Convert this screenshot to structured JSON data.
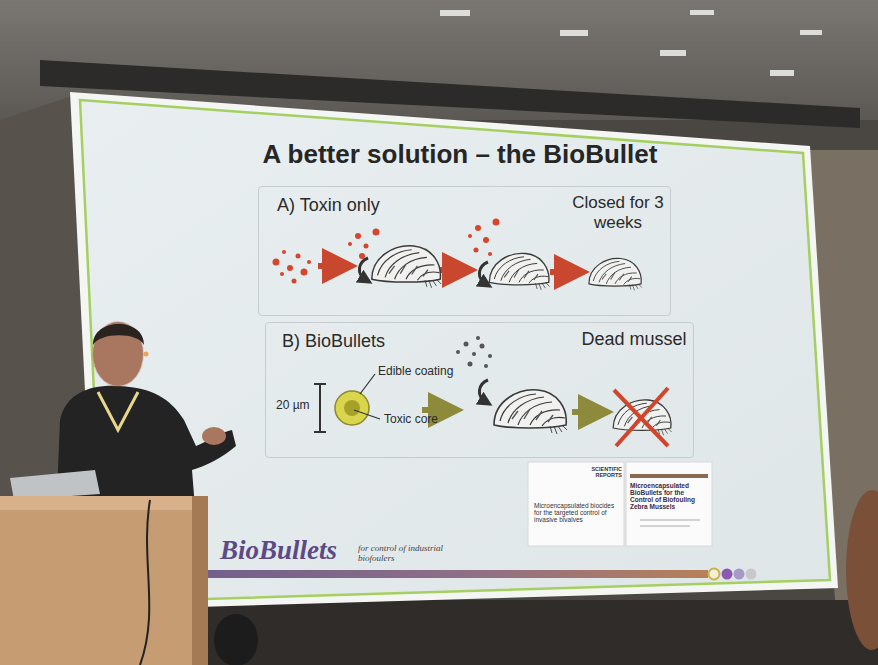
{
  "diagram": {
    "title": "A better solution – the BioBullet",
    "nodes": [
      {
        "text": [
          "A) Toxin only",
          "Closed for 3 weeks"
        ]
      },
      {
        "text": [
          "B) BioBullets",
          "Edible coating",
          "Toxic core",
          "20 µm",
          "Dead mussel"
        ]
      }
    ],
    "labels": [
      "BioBullets",
      "for control of industrial biofoulers",
      "SCIENTIFIC REPORTS",
      "Microencapsulated biocides for the targeted control of invasive bivalves",
      "Microencapsulated BioBullets for the Control of Biofouling Zebra Mussels"
    ]
  }
}
